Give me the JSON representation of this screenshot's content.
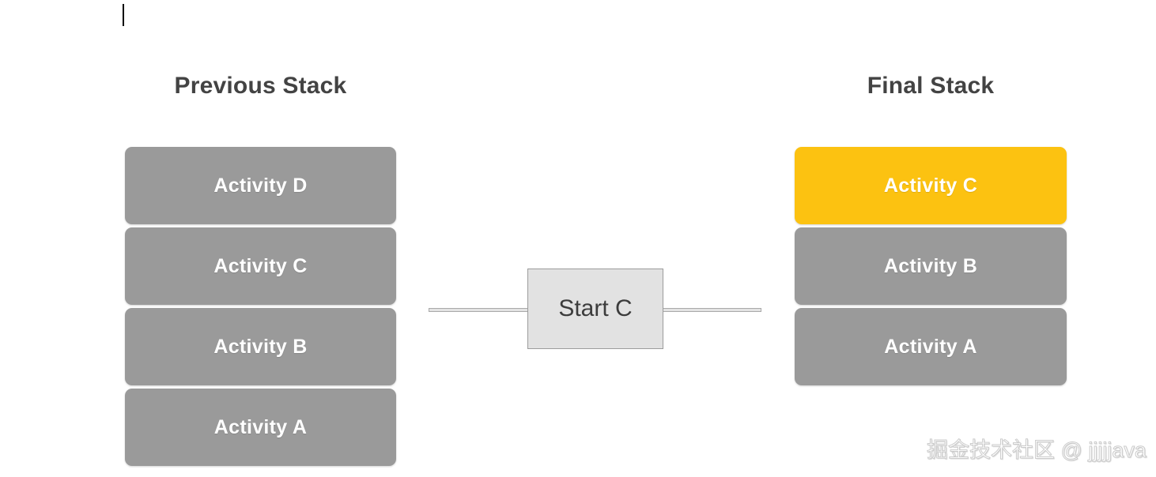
{
  "diagram": {
    "type": "activity-stack-transition",
    "background": "#ffffff",
    "colors": {
      "box_gray": "#9a9a9a",
      "box_highlight_yellow": "#fcc211",
      "title_text": "#434343",
      "box_text": "#ffffff",
      "start_box_fill": "#e2e2e2",
      "start_box_border": "#9c9c9c",
      "connector_line": "#a9a9a9",
      "watermark_text": "#c9c9c9"
    }
  },
  "left_stack": {
    "title": "Previous Stack",
    "items": [
      {
        "label": "Activity D",
        "highlight": false
      },
      {
        "label": "Activity C",
        "highlight": false
      },
      {
        "label": "Activity B",
        "highlight": false
      },
      {
        "label": "Activity A",
        "highlight": false
      }
    ]
  },
  "right_stack": {
    "title": "Final Stack",
    "items": [
      {
        "label": "Activity C",
        "highlight": true
      },
      {
        "label": "Activity B",
        "highlight": false
      },
      {
        "label": "Activity A",
        "highlight": false
      }
    ]
  },
  "transition": {
    "action_label": "Start C",
    "has_left_connector": true,
    "has_right_connector": true
  },
  "watermark": {
    "text": "掘金技术社区 @ jjjjjava"
  },
  "artifacts": {
    "text_caret_visible": true
  }
}
